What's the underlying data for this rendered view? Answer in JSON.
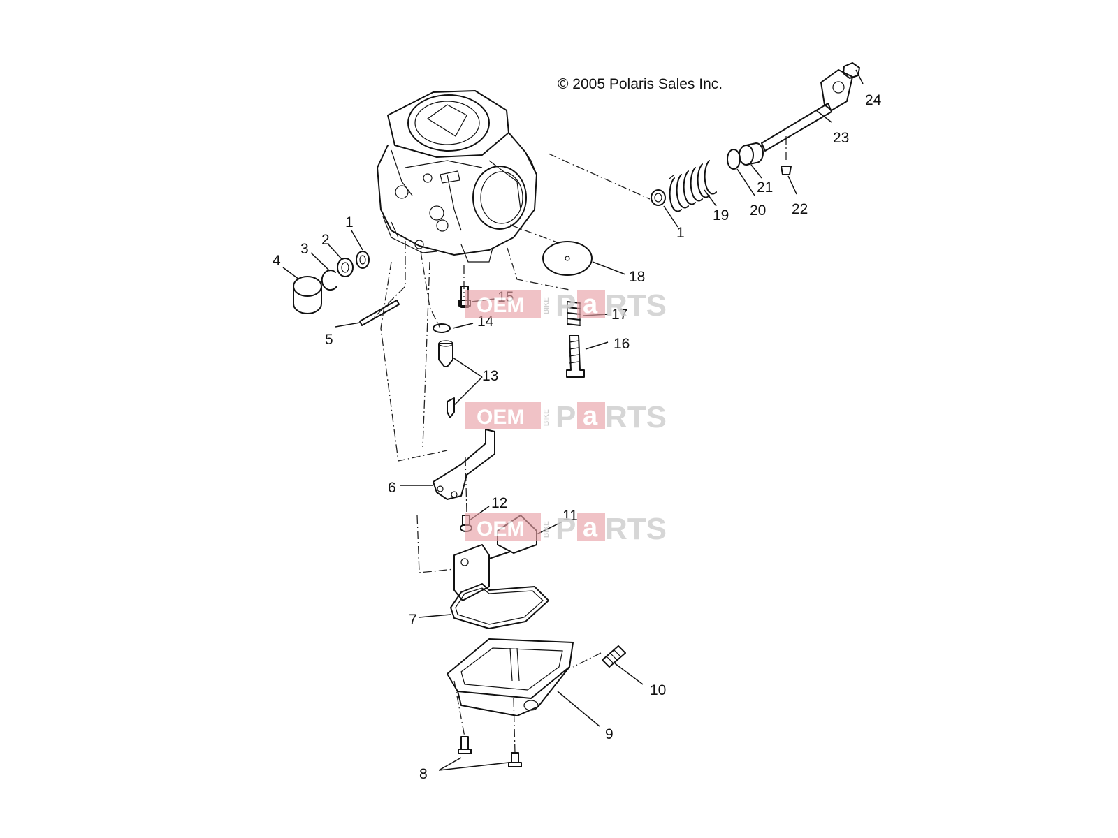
{
  "copyright": "© 2005 Polaris Sales Inc.",
  "watermark": {
    "oem": "OEM",
    "bike": "BIKE",
    "p": "P",
    "a": "a",
    "rts": "RTS",
    "accent": "#e8a0a5"
  },
  "callouts": {
    "c1a": "1",
    "c1b": "1",
    "c2": "2",
    "c3": "3",
    "c4": "4",
    "c5": "5",
    "c6": "6",
    "c7": "7",
    "c8": "8",
    "c9": "9",
    "c10": "10",
    "c11": "11",
    "c12": "12",
    "c13": "13",
    "c14": "14",
    "c15": "15",
    "c16": "16",
    "c17": "17",
    "c18": "18",
    "c19": "19",
    "c20": "20",
    "c21": "21",
    "c22": "22",
    "c23": "23",
    "c24": "24"
  }
}
